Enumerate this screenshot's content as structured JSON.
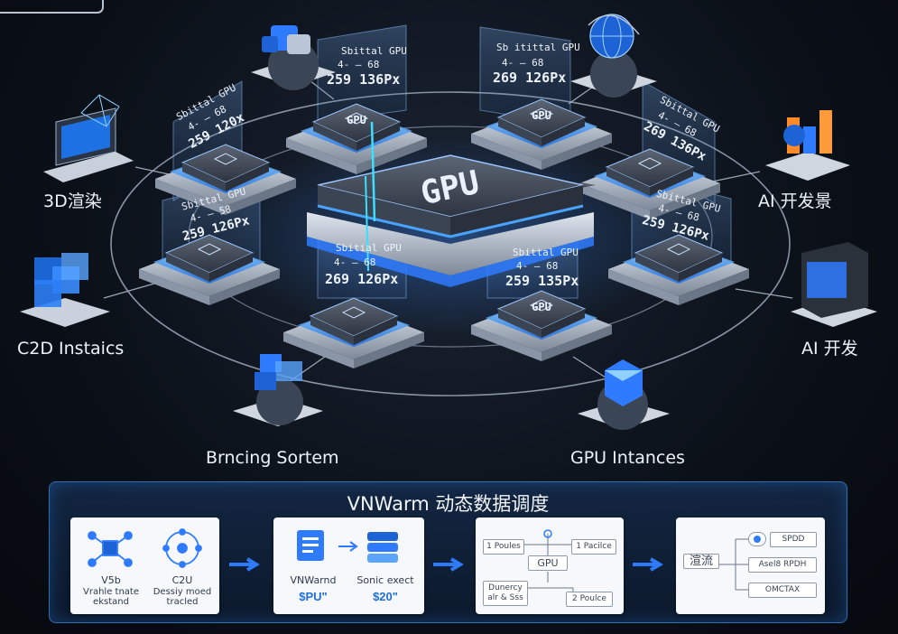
{
  "center_chip": {
    "label": "GPU"
  },
  "chip_label": "GPU",
  "specs": {
    "top_left": {
      "l1": "Sbittal GPU",
      "l2": "4- — 68",
      "l3": "259 136Px"
    },
    "top_right": {
      "l1": "Sb itittal GPU",
      "l2": "4- — 68",
      "l3": "269 126Px"
    },
    "left_upper": {
      "l1": "Sbittal GPU",
      "l2": "4- — 68",
      "l3": "259 120x"
    },
    "right_upper": {
      "l1": "Sbittal GPU",
      "l2": "4- — 68",
      "l3": "269 136Px"
    },
    "left_mid": {
      "l1": "Sbittal GPU",
      "l2": "4- — 58",
      "l3": "259 126Px"
    },
    "right_mid": {
      "l1": "Sbittal GPU",
      "l2": "4- — 68",
      "l3": "259 126Px"
    },
    "center_low": {
      "l1": "Sbitial GPU",
      "l2": "4- — 68",
      "l3": "269 126Px"
    },
    "right_low": {
      "l1": "Sbittal GPU",
      "l2": "4- — 68",
      "l3": "259 135Px"
    }
  },
  "peripherals": {
    "render_3d": "3D渲染",
    "ai_scene": "AI 开发景",
    "c2d": "C2D Instaics",
    "ai_dev": "AI 开发",
    "billing": "Brncing Sortem",
    "gpu_instances": "GPU Intances"
  },
  "panel": {
    "title": "VNWarm  动态数据调度",
    "card1": {
      "a_title": "V5b",
      "a_sub1": "Vrahle tnate",
      "a_sub2": "ekstand",
      "b_title": "C2U",
      "b_sub1": "Dessiy moed",
      "b_sub2": "tracled"
    },
    "card2": {
      "a_label": "VNWarnd",
      "a_price": "$PU\"",
      "b_label": "Sonic exect",
      "b_price": "$20\""
    },
    "card3": {
      "box1": "1 Poules",
      "box2": "1 Pacilce",
      "gpu": "GPU",
      "box3_1": "Dunercy",
      "box3_2": "alr & Sss",
      "box4": "2 Poulce"
    },
    "card4": {
      "left": "渲流",
      "row1": "SPDD",
      "row2": "Asel8 RPDH",
      "row3": "OMCTAX"
    }
  },
  "colors": {
    "accent_blue": "#2f7bff",
    "chip_glow": "#3aa0ff",
    "panel_border": "#2d6fb3"
  }
}
